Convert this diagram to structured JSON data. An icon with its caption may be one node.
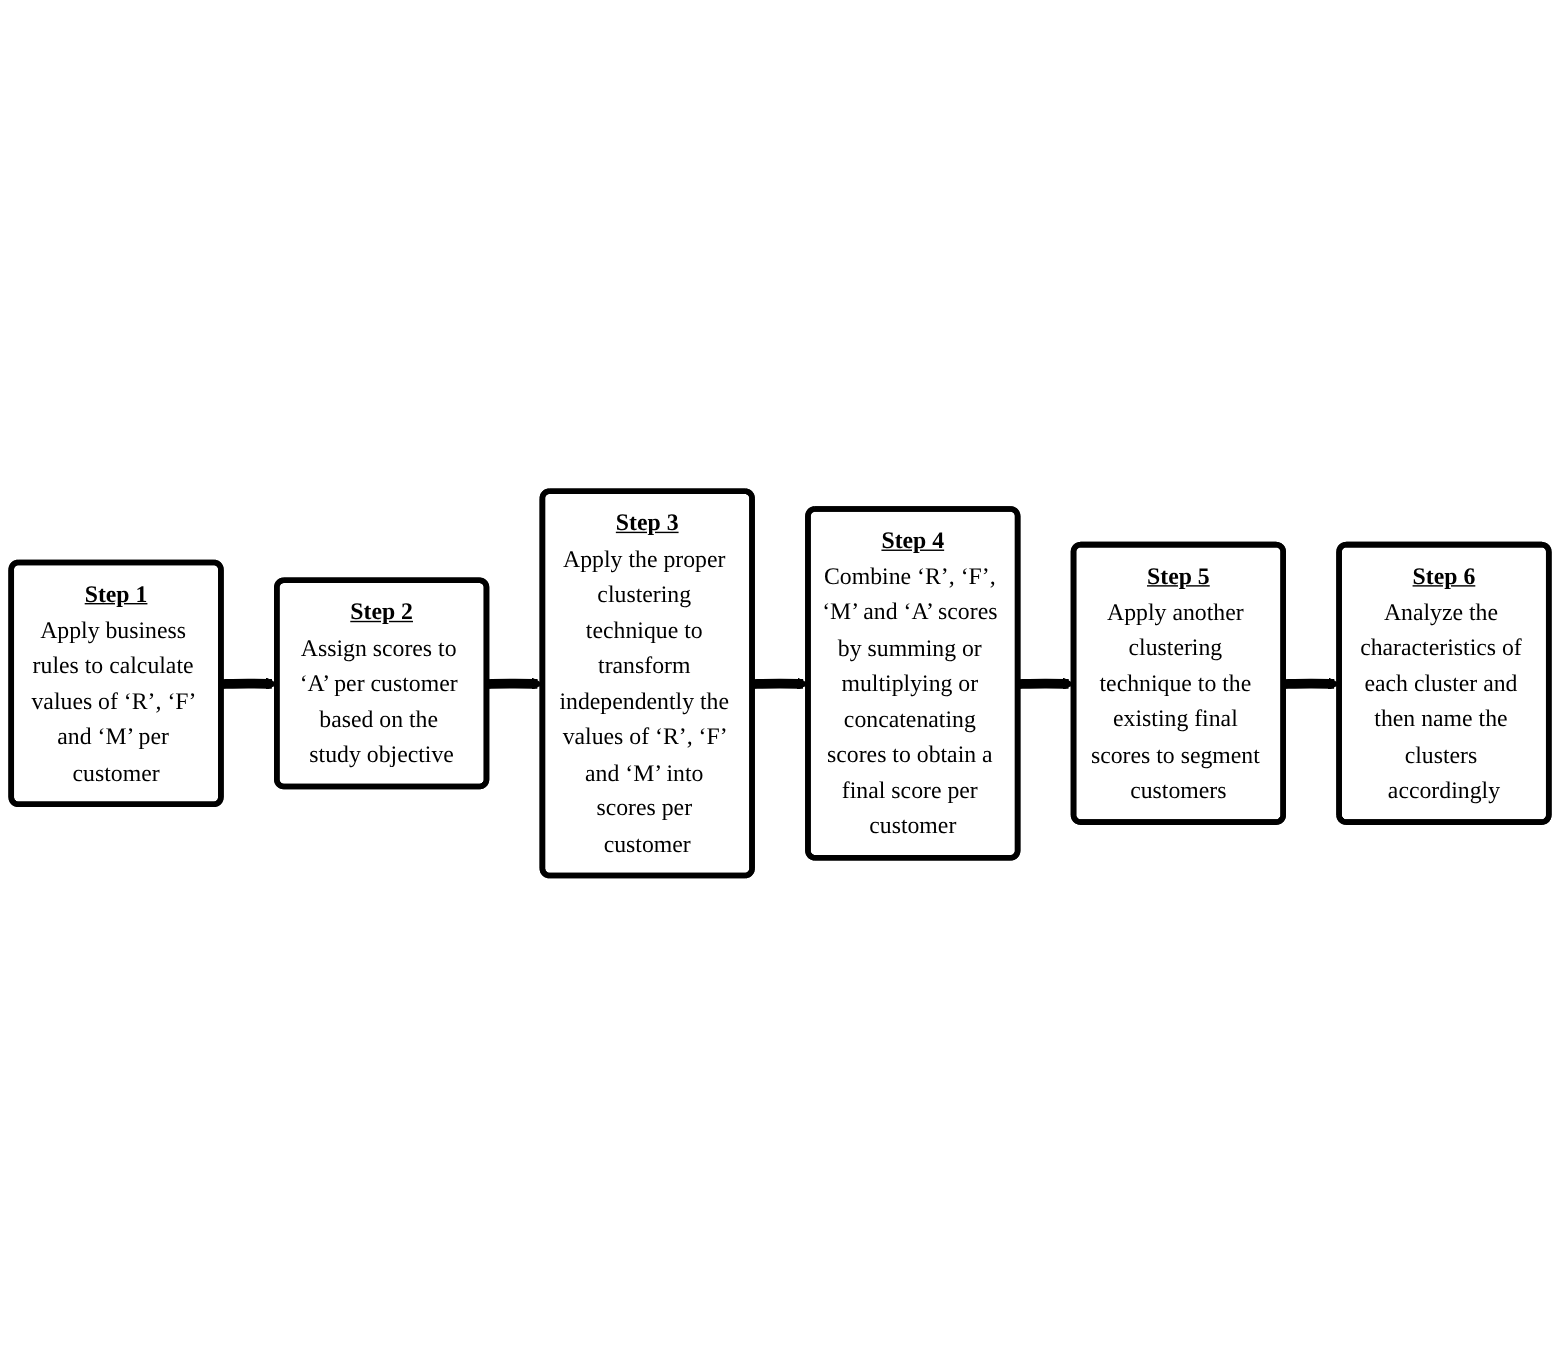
{
  "diagram": {
    "nodes": [
      {
        "text": [
          "Step 1",
          "Apply business rules to calculate values of ‘R’, ‘F’ and ‘M’ per customer"
        ]
      },
      {
        "text": [
          "Step 2",
          "Assign scores to ‘A’ per customer based on the study objective"
        ]
      },
      {
        "text": [
          "Step 3",
          "Apply the proper clustering technique to transform independently the values of ‘R’, ‘F’ and ‘M’ into scores per customer"
        ]
      },
      {
        "text": [
          "Step 4",
          "Combine ‘R’, ‘F’, ‘M’ and ‘A’ scores by summing or multiplying or concatenating scores to obtain a final score per customer"
        ]
      },
      {
        "text": [
          "Step 5",
          "Apply another clustering technique to the existing final scores to segment customers"
        ]
      },
      {
        "text": [
          "Step 6",
          "Analyze the characteristics of each cluster and then name the clusters accordingly"
        ]
      }
    ],
    "edges": [
      {
        "from": 0,
        "to": 1,
        "arrow": "to"
      },
      {
        "from": 1,
        "to": 2,
        "arrow": "to"
      },
      {
        "from": 2,
        "to": 3,
        "arrow": "to"
      },
      {
        "from": 3,
        "to": 4,
        "arrow": "to"
      },
      {
        "from": 4,
        "to": 5,
        "arrow": "to"
      }
    ]
  }
}
